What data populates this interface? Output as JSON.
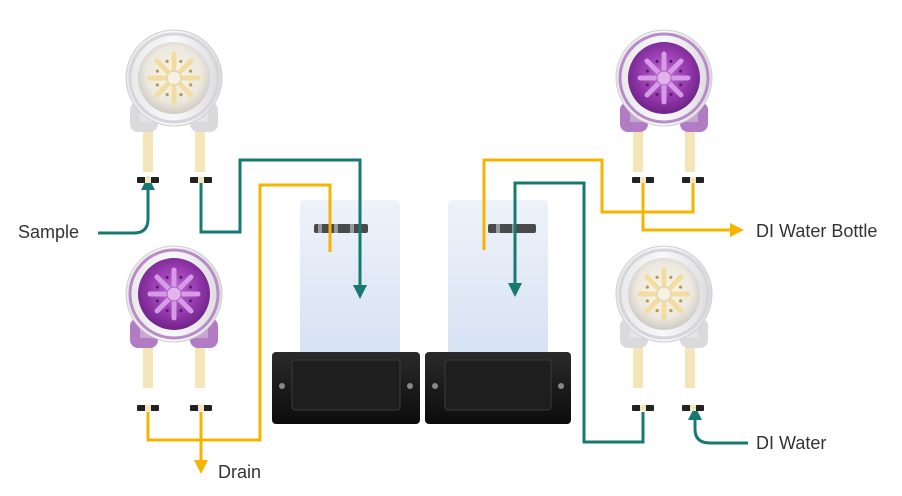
{
  "labels": {
    "sample": "Sample",
    "drain": "Drain",
    "di_water_bottle": "DI Water Bottle",
    "di_water": "DI Water"
  },
  "colors": {
    "teal_line": "#167a72",
    "yellow_line": "#f5b400",
    "purple_pump": "#8e3fa6",
    "clear_pump": "#e6e6e6",
    "vessel": "#dde7f5",
    "base": "#151515",
    "text": "#333333"
  },
  "icons": {
    "pump": "peristaltic-pump-icon",
    "vessel": "sample-vessel-icon",
    "arrow": "flow-arrow-icon"
  }
}
